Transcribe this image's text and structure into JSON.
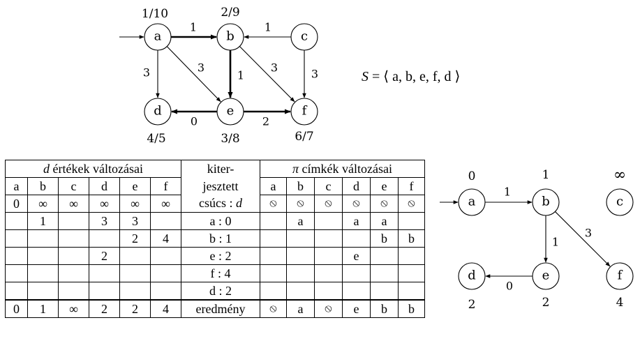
{
  "top_graph": {
    "nodes": [
      {
        "id": "a",
        "label": "a",
        "dist": "1/10"
      },
      {
        "id": "b",
        "label": "b",
        "dist": "2/9"
      },
      {
        "id": "c",
        "label": "c",
        "dist": ""
      },
      {
        "id": "d",
        "label": "d",
        "dist": "4/5"
      },
      {
        "id": "e",
        "label": "e",
        "dist": "3/8"
      },
      {
        "id": "f",
        "label": "f",
        "dist": "6/7"
      }
    ],
    "edges": [
      {
        "from": "a",
        "to": "b",
        "weight": "1",
        "bold": true
      },
      {
        "from": "c",
        "to": "b",
        "weight": "1",
        "bold": false
      },
      {
        "from": "a",
        "to": "d",
        "weight": "3",
        "bold": false
      },
      {
        "from": "a",
        "to": "e",
        "weight": "3",
        "bold": false
      },
      {
        "from": "b",
        "to": "e",
        "weight": "1",
        "bold": true
      },
      {
        "from": "b",
        "to": "f",
        "weight": "3",
        "bold": false
      },
      {
        "from": "c",
        "to": "f",
        "weight": "3",
        "bold": false
      },
      {
        "from": "e",
        "to": "d",
        "weight": "0",
        "bold": true
      },
      {
        "from": "e",
        "to": "f",
        "weight": "2",
        "bold": true
      }
    ],
    "start": "a"
  },
  "sequence": {
    "var": "S",
    "eq": "=",
    "open": "⟨",
    "items": "a, b, e, f, d",
    "close": "⟩"
  },
  "table": {
    "d_header_var": "d",
    "d_header_rest": " értékek változásai",
    "pi_header_var": "π",
    "pi_header_rest": " címkék változásai",
    "mid_header_lines": [
      "kiter-",
      "jesztett"
    ],
    "mid_row0_text": "csúcs : ",
    "mid_row0_var": "d",
    "columns": [
      "a",
      "b",
      "c",
      "d",
      "e",
      "f"
    ],
    "null_symbol": "⦸",
    "infinity": "∞",
    "init_d": [
      "0",
      "∞",
      "∞",
      "∞",
      "∞",
      "∞"
    ],
    "init_pi": [
      "⦸",
      "⦸",
      "⦸",
      "⦸",
      "⦸",
      "⦸"
    ],
    "steps": [
      {
        "d": [
          "",
          "1",
          "",
          "3",
          "3",
          ""
        ],
        "vertex": "a : 0",
        "pi": [
          "",
          "a",
          "",
          "a",
          "a",
          ""
        ]
      },
      {
        "d": [
          "",
          "",
          "",
          "",
          "2",
          "4"
        ],
        "vertex": "b : 1",
        "pi": [
          "",
          "",
          "",
          "",
          "b",
          "b"
        ]
      },
      {
        "d": [
          "",
          "",
          "",
          "2",
          "",
          ""
        ],
        "vertex": "e : 2",
        "pi": [
          "",
          "",
          "",
          "e",
          "",
          ""
        ]
      },
      {
        "d": [
          "",
          "",
          "",
          "",
          "",
          ""
        ],
        "vertex": "f : 4",
        "pi": [
          "",
          "",
          "",
          "",
          "",
          ""
        ]
      },
      {
        "d": [
          "",
          "",
          "",
          "",
          "",
          ""
        ],
        "vertex": "d : 2",
        "pi": [
          "",
          "",
          "",
          "",
          "",
          ""
        ]
      }
    ],
    "result": {
      "d": [
        "0",
        "1",
        "∞",
        "2",
        "2",
        "4"
      ],
      "vertex": "eredmény",
      "pi": [
        "⦸",
        "a",
        "⦸",
        "e",
        "b",
        "b"
      ]
    }
  },
  "bottom_graph": {
    "nodes": [
      {
        "id": "a",
        "label": "a",
        "dist": "0"
      },
      {
        "id": "b",
        "label": "b",
        "dist": "1"
      },
      {
        "id": "c",
        "label": "c",
        "dist": "∞"
      },
      {
        "id": "d",
        "label": "d",
        "dist": "2"
      },
      {
        "id": "e",
        "label": "e",
        "dist": "2"
      },
      {
        "id": "f",
        "label": "f",
        "dist": "4"
      }
    ],
    "edges": [
      {
        "from": "a",
        "to": "b",
        "weight": "1"
      },
      {
        "from": "b",
        "to": "e",
        "weight": "1"
      },
      {
        "from": "b",
        "to": "f",
        "weight": "3"
      },
      {
        "from": "e",
        "to": "d",
        "weight": "0"
      }
    ],
    "start": "a"
  }
}
